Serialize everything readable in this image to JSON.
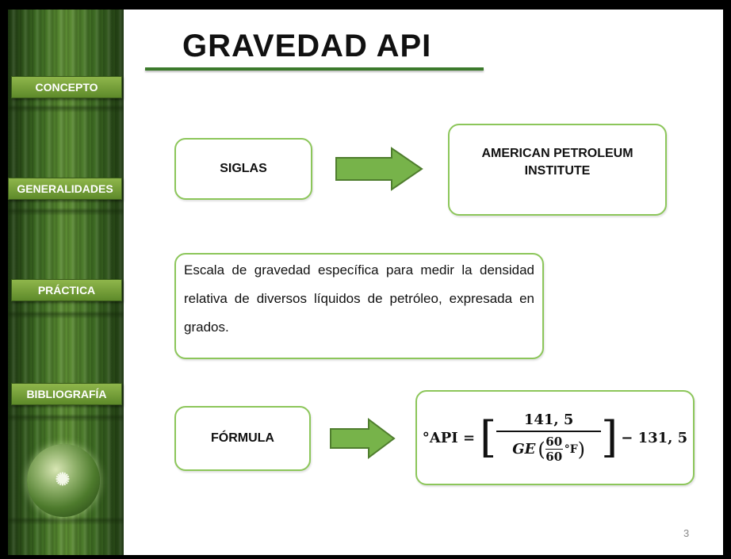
{
  "slide": {
    "title": "GRAVEDAD API",
    "page_number": "3"
  },
  "sidebar": {
    "items": [
      {
        "label": "CONCEPTO"
      },
      {
        "label": "GENERALIDADES"
      },
      {
        "label": "PRÁCTICA"
      },
      {
        "label": "BIBLIOGRAFÍA"
      }
    ],
    "logo_icon": "globe-logo-icon"
  },
  "content": {
    "siglas_label": "SIGLAS",
    "acronym_meaning_line1": "AMERICAN PETROLEUM",
    "acronym_meaning_line2": "INSTITUTE",
    "description": "Escala de gravedad específica para medir la densidad relativa de diversos líquidos de petróleo, expresada en grados.",
    "formula_label": "FÓRMULA",
    "formula": {
      "lhs": "°API =",
      "numerator": "141, 5",
      "den_prefix": "GE",
      "inner_num": "60",
      "inner_den": "60",
      "inner_unit": "°F",
      "rhs": "− 131, 5"
    }
  },
  "colors": {
    "accent_green": "#8cc65a",
    "title_line": "#3c7a2c",
    "arrow_green": "#77b34a"
  }
}
